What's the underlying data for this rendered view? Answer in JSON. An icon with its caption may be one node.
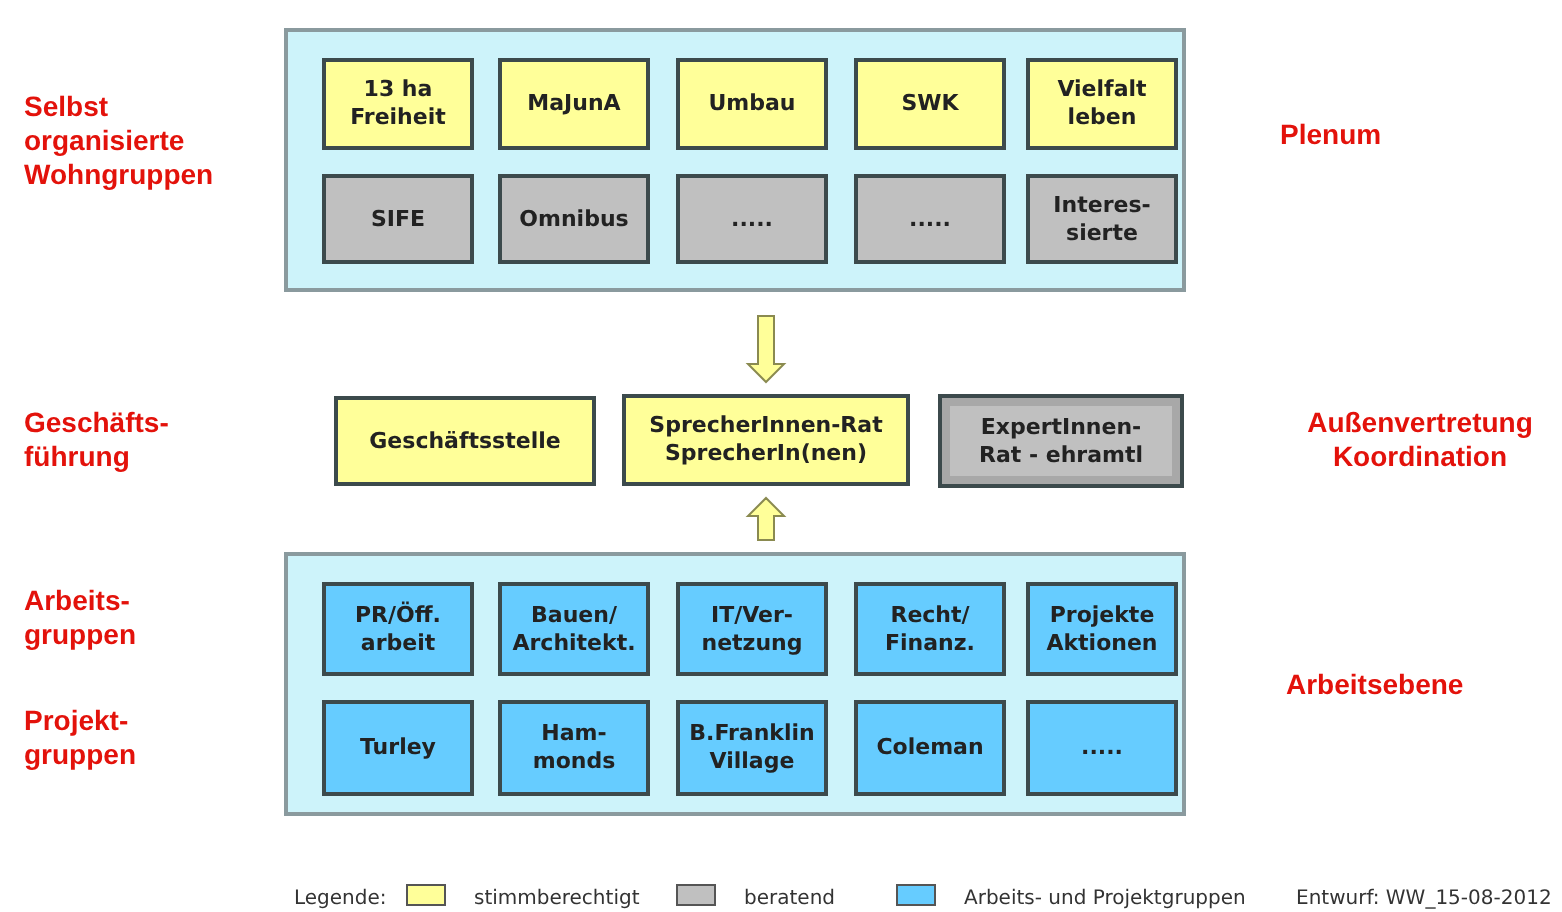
{
  "diagram": {
    "nodes": [
      {
        "text": [],
        "shape": "box"
      },
      {
        "text": [
          "13 ha Freiheit"
        ],
        "in": 0
      },
      {
        "text": [
          "MaJunA"
        ],
        "in": 0
      },
      {
        "text": [
          "Umbau"
        ],
        "in": 0
      },
      {
        "text": [
          "SWK"
        ],
        "in": 0
      },
      {
        "text": [
          "Vielfalt leben"
        ],
        "in": 0
      },
      {
        "text": [
          "SIFE"
        ],
        "in": 0
      },
      {
        "text": [
          "Omnibus"
        ],
        "in": 0
      },
      {
        "text": [
          "....."
        ],
        "in": 0
      },
      {
        "text": [
          "....."
        ],
        "in": 0
      },
      {
        "text": [
          "Interes- sierte"
        ],
        "in": 0
      },
      {
        "text": [
          "Geschäftsstelle"
        ]
      },
      {
        "text": [
          "SprecherInnen-Rat SprecherIn(nen)"
        ]
      },
      {
        "text": [
          "ExpertInnen- Rat - ehramtl"
        ]
      },
      {
        "text": [],
        "shape": "box"
      },
      {
        "text": [
          "PR/Öff. arbeit"
        ],
        "in": 14
      },
      {
        "text": [
          "Bauen/ Architekt."
        ],
        "in": 14
      },
      {
        "text": [
          "IT/Ver- netzung"
        ],
        "in": 14
      },
      {
        "text": [
          "Recht/ Finanz."
        ],
        "in": 14
      },
      {
        "text": [
          "Projekte Aktionen"
        ],
        "in": 14
      },
      {
        "text": [
          "Turley"
        ],
        "in": 14
      },
      {
        "text": [
          "Ham- monds"
        ],
        "in": 14
      },
      {
        "text": [
          "B.Franklin Village"
        ],
        "in": 14
      },
      {
        "text": [
          "Coleman"
        ],
        "in": 14
      },
      {
        "text": [
          "....."
        ],
        "in": 14
      }
    ],
    "edges": [
      {
        "from": 0,
        "to": 12,
        "arrow": "to"
      },
      {
        "from": 14,
        "to": 12,
        "arrow": "to"
      }
    ],
    "labels": [
      "Selbst organisierte Wohngruppen",
      "Plenum",
      "Geschäfts- führung",
      "Außenvertretung Koordination",
      "Arbeits- gruppen",
      "Arbeitsebene",
      "Projekt- gruppen",
      "Legende:",
      "Entwurf: WW_15-08-2012"
    ],
    "legend": [
      {
        "text": "stimmberechtigt",
        "color": "#ffff99"
      },
      {
        "text": "beratend",
        "color": "#c0c0c0"
      },
      {
        "text": "Arbeits- und Projektgruppen",
        "color": "#66ccff"
      }
    ]
  }
}
